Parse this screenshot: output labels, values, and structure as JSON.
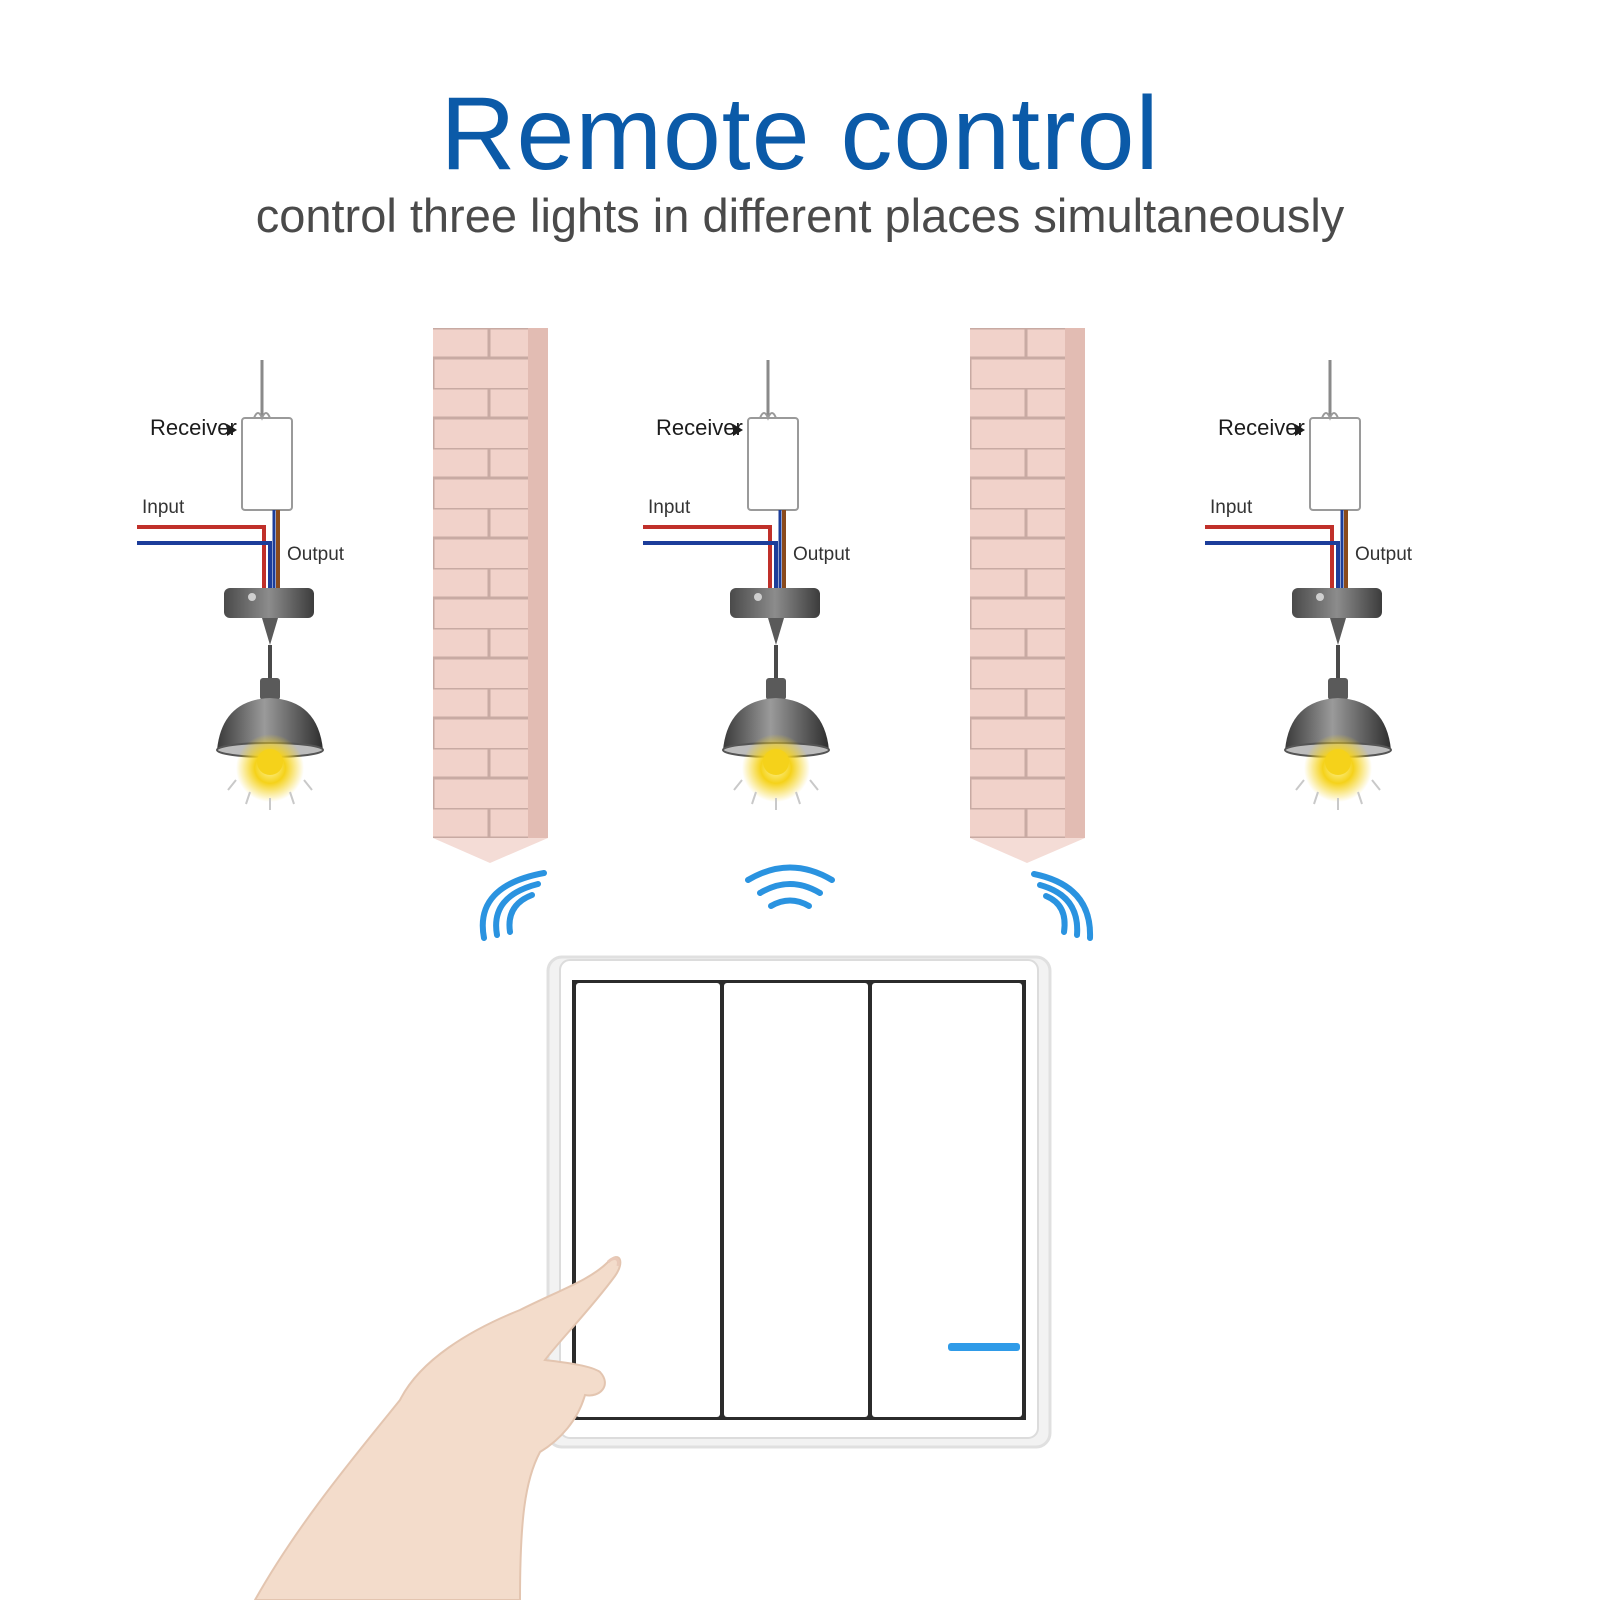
{
  "header": {
    "title": "Remote control",
    "subtitle": "control three lights in different places simultaneously"
  },
  "units": [
    {
      "receiver_label": "Receiver",
      "input_label": "Input",
      "output_label": "Output"
    },
    {
      "receiver_label": "Receiver",
      "input_label": "Input",
      "output_label": "Output"
    },
    {
      "receiver_label": "Receiver",
      "input_label": "Input",
      "output_label": "Output"
    }
  ],
  "switch": {
    "gang_count": 3,
    "indicator_color": "#2f9be8"
  },
  "colors": {
    "title": "#0b5aa8",
    "subtitle": "#4a4a4a",
    "wire_input_red": "#c0302a",
    "wire_input_blue": "#1c3d9a",
    "wire_output_brown": "#8a4a1c",
    "wall_brick": "#eeccc4",
    "signal_waves": "#2a93e0",
    "bulb_glow": "#f5d21a"
  },
  "icons": [
    "receiver-module-icon",
    "pendant-lamp-icon",
    "brick-wall-icon",
    "wireless-signal-icon",
    "wall-switch-icon",
    "hand-pointer-icon"
  ]
}
